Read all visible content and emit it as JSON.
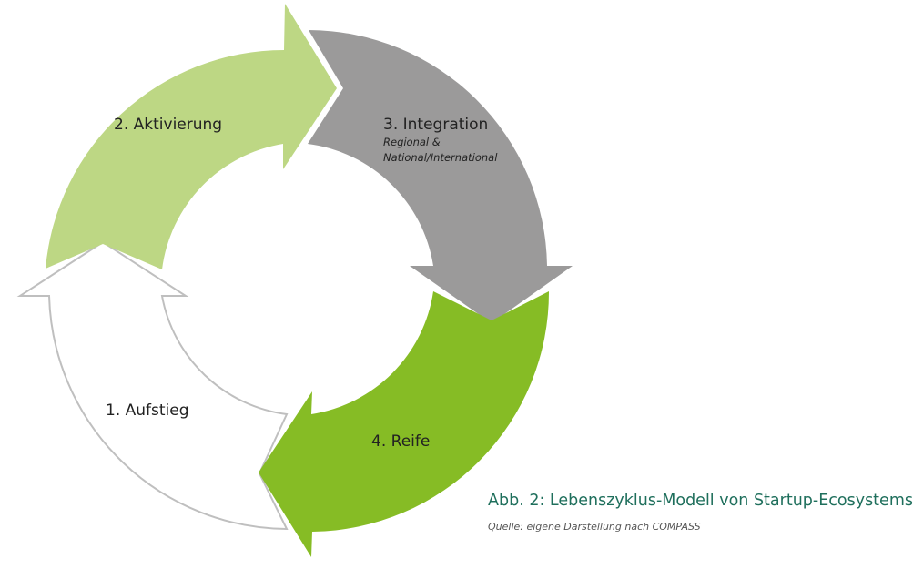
{
  "stages": [
    {
      "number": "1.",
      "title": "Aufstieg",
      "fill": "#ffffff",
      "stroke": "#bfbfbf"
    },
    {
      "number": "2.",
      "title": "Aktivierung",
      "fill": "#bdd784",
      "stroke": "none"
    },
    {
      "number": "3.",
      "title": "Integration",
      "subtitle_line1": "Regional &",
      "subtitle_line2": "National/International",
      "fill": "#9b9a9a",
      "stroke": "none"
    },
    {
      "number": "4.",
      "title": "Reife",
      "fill": "#86bc25",
      "stroke": "none"
    }
  ],
  "caption": {
    "title": "Abb. 2: Lebenszyklus-Modell von Startup-Ecosystems",
    "source": "Quelle: eigene Darstellung nach COMPASS"
  }
}
